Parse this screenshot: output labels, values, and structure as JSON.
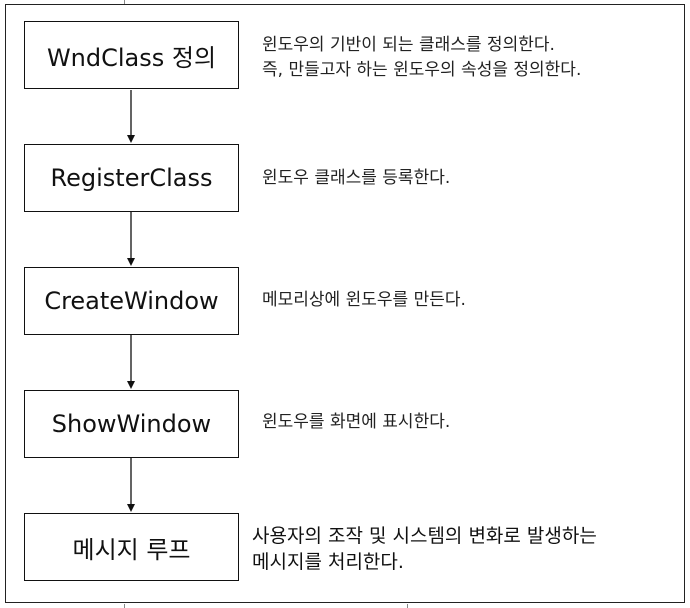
{
  "steps": [
    {
      "label": "WndClass 정의",
      "description": [
        "윈도우의 기반이 되는 클래스를 정의한다.",
        "즉, 만들고자 하는 윈도우의 속성을 정의한다."
      ]
    },
    {
      "label": "RegisterClass",
      "description": [
        "윈도우 클래스를 등록한다."
      ]
    },
    {
      "label": "CreateWindow",
      "description": [
        "메모리상에 윈도우를 만든다."
      ]
    },
    {
      "label": "ShowWindow",
      "description": [
        "윈도우를 화면에 표시한다."
      ]
    },
    {
      "label": "메시지 루프",
      "description": [
        "사용자의 조작 및 시스템의 변화로 발생하는",
        "메시지를 처리한다."
      ]
    }
  ]
}
